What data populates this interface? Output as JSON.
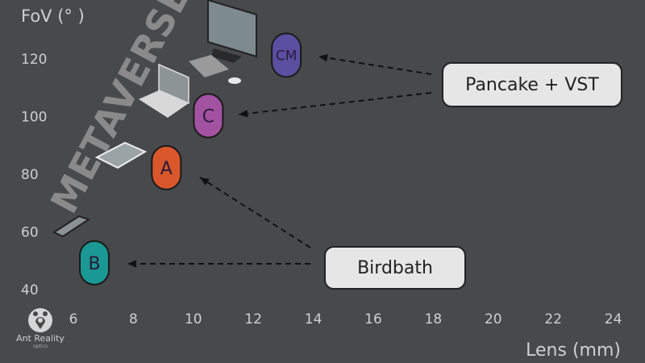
{
  "chart_data": {
    "type": "scatter",
    "title": "",
    "xlabel": "Lens  (mm)",
    "ylabel": "FoV  (° )",
    "xlim": [
      5.5,
      24.5
    ],
    "ylim": [
      38,
      132
    ],
    "xticks": [
      "6",
      "8",
      "10",
      "12",
      "14",
      "16",
      "18",
      "20",
      "22",
      "24"
    ],
    "yticks": [
      "40",
      "60",
      "80",
      "100",
      "120"
    ],
    "grid": false,
    "points": [
      {
        "label": "CM",
        "lens": 13.1,
        "fov": 121,
        "color": "#5b4fa2"
      },
      {
        "label": "C",
        "lens": 10.5,
        "fov": 100,
        "color": "#a352a2"
      },
      {
        "label": "A",
        "lens": 9.1,
        "fov": 82,
        "color": "#d9572a"
      },
      {
        "label": "B",
        "lens": 6.7,
        "fov": 49,
        "color": "#1a9894"
      }
    ],
    "annotations": [
      {
        "text": "Pancake + VST",
        "targets": [
          "CM",
          "C"
        ]
      },
      {
        "text": "Birdbath",
        "targets": [
          "A",
          "B"
        ]
      }
    ],
    "watermark": "METAVERSE",
    "devices": [
      "desktop-monitor",
      "laptop",
      "tablet",
      "phone"
    ]
  },
  "logo": {
    "name": "Ant Reality",
    "sub": "optics"
  }
}
